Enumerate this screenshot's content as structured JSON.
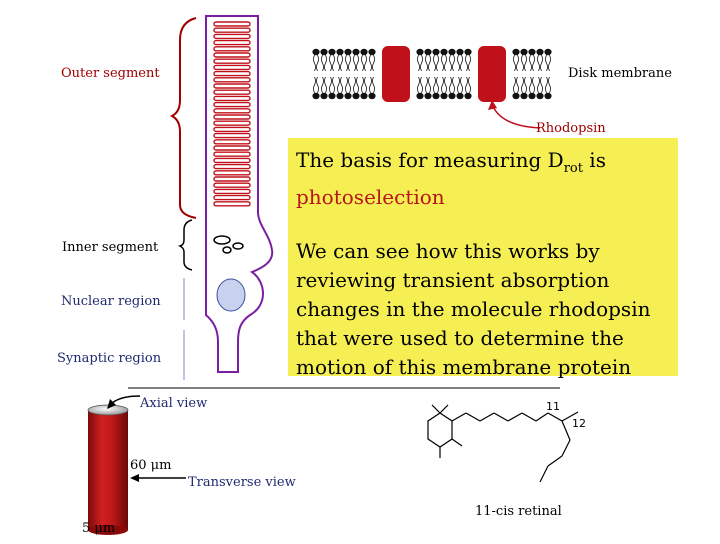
{
  "labels": {
    "outer_segment": "Outer segment",
    "disk_membrane": "Disk membrane",
    "rhodopsin": "Rhodopsin",
    "inner_segment": "Inner segment",
    "nuclear_region": "Nuclear region",
    "synaptic_region": "Synaptic region",
    "axial_view": "Axial view",
    "length": "60 μm",
    "transverse_view": "Transverse view",
    "width": "5 μm",
    "retinal": "11-cis retinal",
    "atom_11": "11",
    "atom_12": "12"
  },
  "callout": {
    "heading_prefix": "The basis for measuring D",
    "heading_sub": "rot",
    "heading_is": " is",
    "heading_accent": "photoselection",
    "body": "We can see how this works by reviewing transient absorption changes in the molecule rhodopsin that were used to determine the motion of this membrane protein"
  },
  "colors": {
    "outer_brace": "#a00000",
    "cell_outline": "#7a1fa0",
    "disk": "#c0101a",
    "rod": "#c01818",
    "nucleus": "#c8d2ee",
    "callout_bg": "#f6ef53",
    "label_navy": "#1f2a70"
  }
}
